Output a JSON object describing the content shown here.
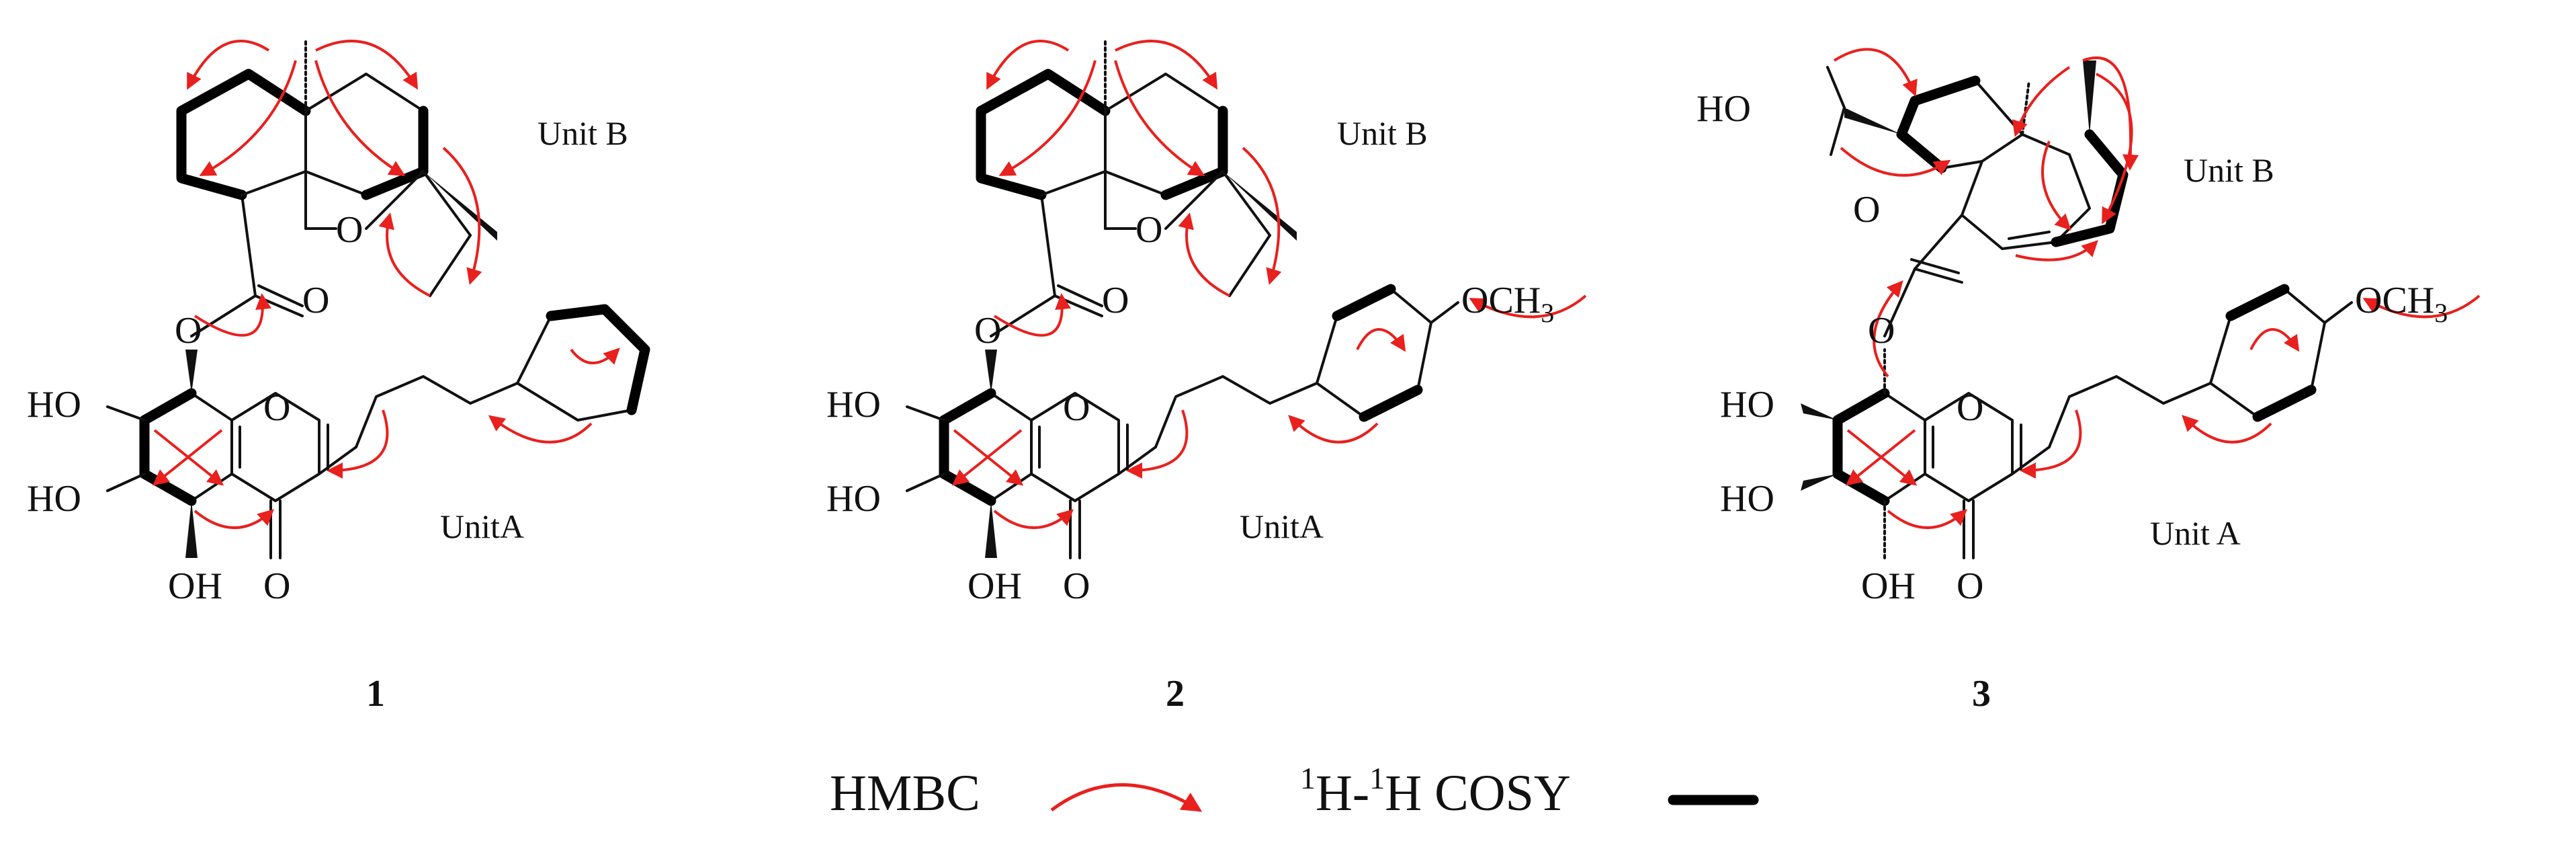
{
  "compounds": [
    {
      "number": "1",
      "unit_a_label": "UnitA",
      "unit_b_label": "Unit B",
      "atoms": {
        "ring_o": "O",
        "ketone_o": "O",
        "ester_o": "O",
        "ester_co": "O",
        "ether_o": "O",
        "oh_c6": "HO",
        "oh_c7": "HO",
        "oh_c5": "OH"
      }
    },
    {
      "number": "2",
      "unit_a_label": "UnitA",
      "unit_b_label": "Unit B",
      "substituent": "OCH3",
      "atoms": {
        "ring_o": "O",
        "ketone_o": "O",
        "ester_o": "O",
        "ester_co": "O",
        "ether_o": "O",
        "oh_c6": "HO",
        "oh_c7": "HO",
        "oh_c5": "OH"
      }
    },
    {
      "number": "3",
      "unit_a_label": "Unit A",
      "unit_b_label": "Unit B",
      "substituent": "OCH3",
      "atoms": {
        "ring_o": "O",
        "ketone_o": "O",
        "ester_o": "O",
        "ester_co": "O",
        "oh_tertiary": "HO",
        "oh_c6": "HO",
        "oh_c7": "HO",
        "oh_c5": "OH"
      }
    }
  ],
  "legend": {
    "hmbc_label": "HMBC",
    "cosy_label": "H-H COSY",
    "cosy_sup_1": "1",
    "cosy_sup_2": "1",
    "hmbc_color": "#e8201e",
    "cosy_color": "#000000"
  }
}
